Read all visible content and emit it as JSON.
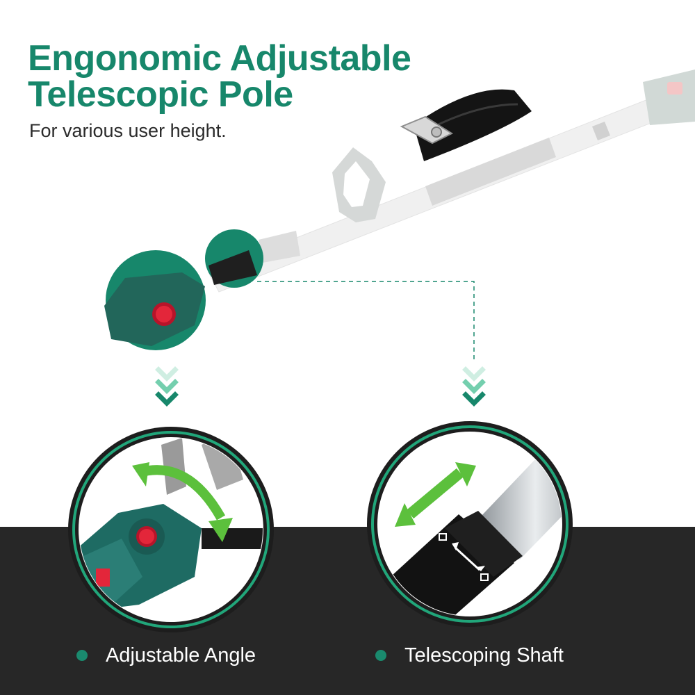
{
  "heading": {
    "line1": "Engonomic Adjustable",
    "line2": "Telescopic Pole",
    "subtitle": "For various user height."
  },
  "features": [
    {
      "label": "Adjustable Angle",
      "icon": "green-dot"
    },
    {
      "label": "Telescoping Shaft",
      "icon": "green-dot"
    }
  ],
  "colors": {
    "brand_green": "#17876b",
    "arrow_green": "#5cc03c",
    "dark_band": "#272727",
    "button_red": "#e3263a"
  }
}
